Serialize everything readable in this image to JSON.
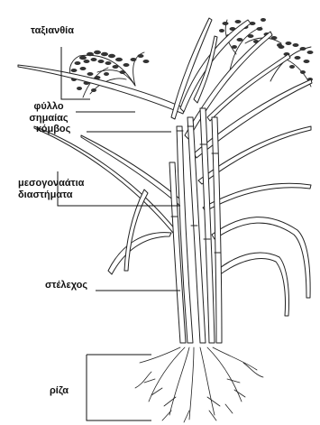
{
  "labels": {
    "panicle": "ταξιανθία",
    "flag_leaf_1": "φύλλο",
    "flag_leaf_2": "σημαίας",
    "node": "κόμβος",
    "internodes_1": "μεσογοναάτια",
    "internodes_2": "διαστήματα",
    "stem": "στέλεχος",
    "root": "ρίζα"
  },
  "colors": {
    "background": "#ffffff",
    "outline": "#222222",
    "label_text": "#111111"
  }
}
